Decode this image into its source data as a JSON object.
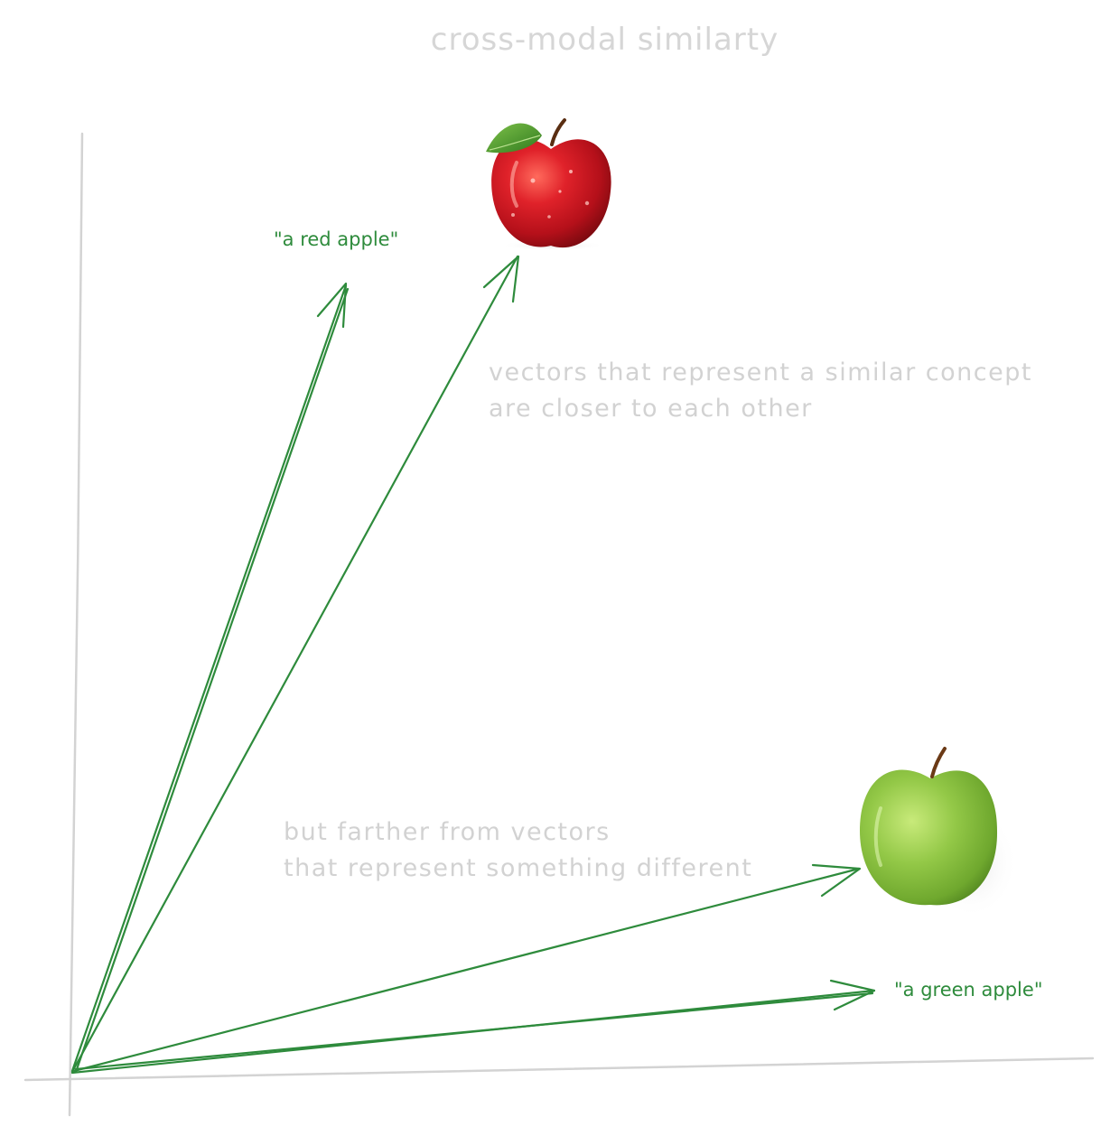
{
  "title": "cross-modal similarty",
  "notes": {
    "similar": [
      "vectors that represent a similar concept",
      "are closer to each other"
    ],
    "different": [
      "but farther from vectors",
      "that represent something different"
    ]
  },
  "vector_labels": {
    "red_text": "\"a red apple\"",
    "green_text": "\"a green apple\""
  },
  "images": {
    "red_apple": "red apple photo",
    "green_apple": "green apple photo"
  },
  "colors": {
    "vector": "#2e8b3c",
    "axis": "#cfcfcf",
    "annotation": "#d2d2d2",
    "red_apple": "#c8141c",
    "green_apple": "#8cc63e"
  }
}
